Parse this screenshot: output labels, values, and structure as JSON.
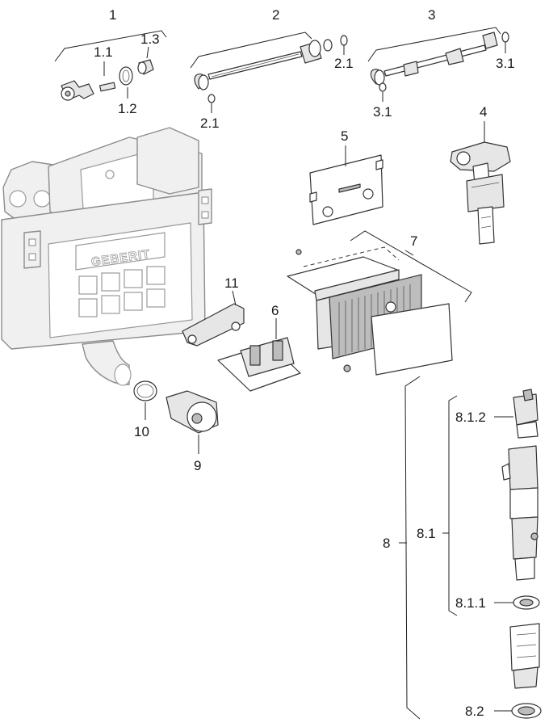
{
  "logo_text": "GEBERIT",
  "callouts": {
    "c1": "1",
    "c1_1": "1.1",
    "c1_2": "1.2",
    "c1_3": "1.3",
    "c2": "2",
    "c2_1a": "2.1",
    "c2_1b": "2.1",
    "c3": "3",
    "c3_1a": "3.1",
    "c3_1b": "3.1",
    "c4": "4",
    "c5": "5",
    "c6": "6",
    "c7": "7",
    "c8": "8",
    "c8_1": "8.1",
    "c8_1_1": "8.1.1",
    "c8_1_2": "8.1.2",
    "c8_2": "8.2",
    "c9": "9",
    "c10": "10",
    "c11": "11"
  }
}
